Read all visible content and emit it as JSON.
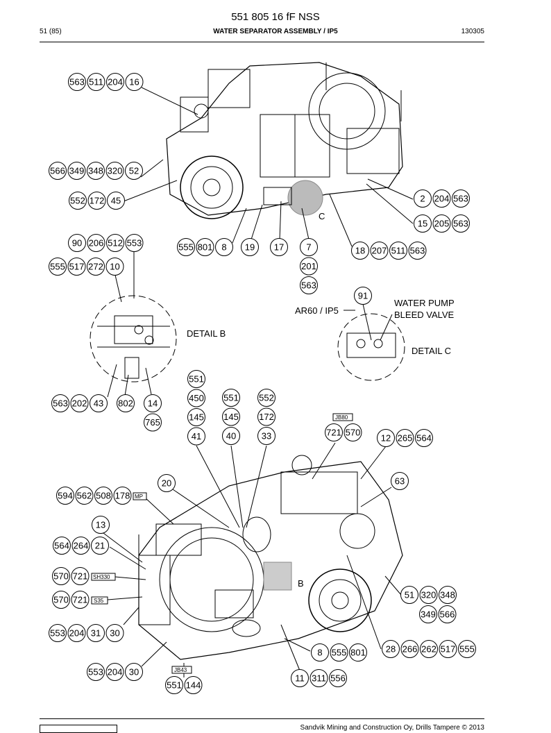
{
  "header": {
    "doc_number": "551 805 16 fF NSS",
    "page": "51 (85)",
    "title": "WATER SEPARATOR ASSEMBLY / IP5",
    "date_code": "130305"
  },
  "footer": {
    "copyright": "Sandvik Mining and Construction Oy, Drills Tampere © 2013"
  },
  "labels": {
    "detail_b": "DETAIL B",
    "detail_c": "DETAIL C",
    "detail_c_marker": "C",
    "detail_b_marker": "B",
    "ar60_ip5": "AR60 / IP5",
    "water_pump_line1": "WATER PUMP",
    "water_pump_line2": "BLEED VALVE",
    "box_mp": "MP",
    "box_sh330": "SH330",
    "box_s35": "S35",
    "box_jb80": "JB80",
    "box_jb43": "JB43"
  },
  "callouts": {
    "r1": [
      "563",
      "511",
      "204",
      "16"
    ],
    "r2": [
      "566",
      "349",
      "348",
      "320",
      "52"
    ],
    "r3": [
      "552",
      "172",
      "45"
    ],
    "r4": [
      "2",
      "204",
      "563"
    ],
    "r5": [
      "15",
      "205",
      "563"
    ],
    "r6": [
      "90",
      "206",
      "512",
      "553"
    ],
    "r7": [
      "555",
      "801",
      "8"
    ],
    "r8": [
      "19"
    ],
    "r9": [
      "17"
    ],
    "r10": [
      "7",
      "201",
      "563"
    ],
    "r11": [
      "18",
      "207",
      "511",
      "563"
    ],
    "r12": [
      "555",
      "517",
      "272",
      "10"
    ],
    "r13": [
      "91"
    ],
    "r14": [
      "563",
      "202",
      "43"
    ],
    "r15": [
      "802"
    ],
    "r16": [
      "14",
      "765"
    ],
    "r17": [
      "551",
      "450",
      "145",
      "41"
    ],
    "r18": [
      "551",
      "145",
      "40"
    ],
    "r19": [
      "552",
      "172",
      "33"
    ],
    "r20": [
      "721",
      "570"
    ],
    "r21": [
      "12",
      "265",
      "564"
    ],
    "r22": [
      "63"
    ],
    "r23": [
      "20"
    ],
    "r24": [
      "594",
      "562",
      "508",
      "178"
    ],
    "r25": [
      "13"
    ],
    "r26": [
      "564",
      "264",
      "21"
    ],
    "r27": [
      "570",
      "721"
    ],
    "r28": [
      "570",
      "721"
    ],
    "r29": [
      "51",
      "320",
      "348"
    ],
    "r30": [
      "349",
      "566"
    ],
    "r31": [
      "553",
      "204",
      "31",
      "30"
    ],
    "r32": [
      "8",
      "555",
      "801"
    ],
    "r33": [
      "28",
      "266",
      "262",
      "517",
      "555"
    ],
    "r34": [
      "553",
      "204",
      "30"
    ],
    "r35": [
      "11",
      "311",
      "556"
    ],
    "r36": [
      "551",
      "144"
    ]
  }
}
